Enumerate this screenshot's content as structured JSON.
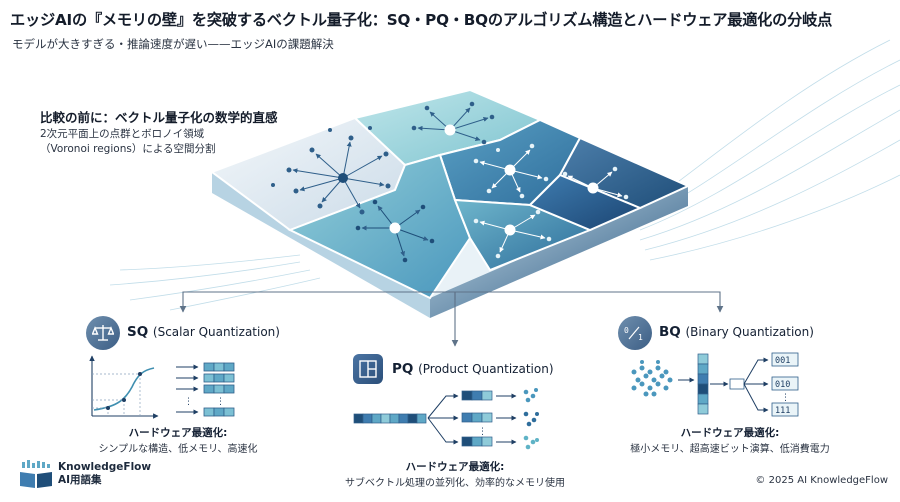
{
  "header": {
    "title": "エッジAIの『メモリの壁』を突破するベクトル量子化：SQ・PQ・BQのアルゴリズム構造とハードウェア最適化の分岐点",
    "subtitle": "モデルが大きすぎる・推論速度が遅い——エッジAIの課題解決"
  },
  "intro": {
    "heading": "比較の前に：ベクトル量子化の数学的直感",
    "body": "2次元平面上の点群とボロノイ領域（Voronoi regions）による空間分割"
  },
  "sq": {
    "title_main": "SQ",
    "title_sub": "(Scalar Quantization)",
    "hw_heading": "ハードウェア最適化:",
    "hw_body": "シンプルな構造、低メモリ、高速化"
  },
  "pq": {
    "title_main": "PQ",
    "title_sub": "(Product Quantization)",
    "hw_heading": "ハードウェア最適化:",
    "hw_body": "サブベクトル処理の並列化、効率的なメモリ使用"
  },
  "bq": {
    "title_main": "BQ",
    "title_sub": "(Binary Quantization)",
    "hw_heading": "ハードウェア最適化:",
    "hw_body": "極小メモリ、超高速ビット演算、低消費電力",
    "codes": [
      "001",
      "010",
      "111"
    ]
  },
  "footer": {
    "logo_line1": "KnowledgeFlow",
    "logo_line2": "AI用語集",
    "copyright": "© 2025 AI KnowledgeFlow"
  },
  "colors": {
    "dark_blue": "#1f4e79",
    "mid_blue": "#3f7fb0",
    "teal": "#5fb3c6",
    "light_teal": "#a9dbe2",
    "text": "#141c2a"
  }
}
